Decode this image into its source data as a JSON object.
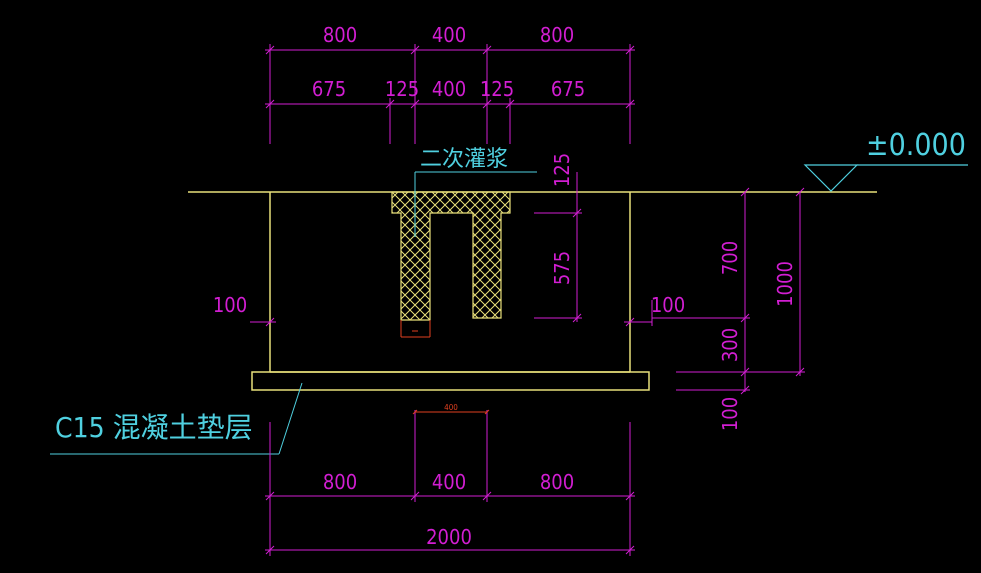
{
  "colors": {
    "background": "#000000",
    "dimension": "#d21ed2",
    "outline": "#e8e07a",
    "leader": "#4fd0e0",
    "grout": "#e8e07a",
    "small_dim": "#e04020"
  },
  "dims_top_row1": [
    "800",
    "400",
    "800"
  ],
  "dims_top_row2": [
    "675",
    "125",
    "400",
    "125",
    "675"
  ],
  "dims_bottom_row1": [
    "800",
    "400",
    "800"
  ],
  "dims_bottom_total": "2000",
  "dims_inner_small": "400",
  "dims_right": {
    "top_125": "125",
    "depth_575": "575",
    "depth_700": "700",
    "depth_300": "300",
    "depth_100": "100",
    "total_1000": "1000"
  },
  "dims_side": {
    "left_100": "100",
    "right_100": "100"
  },
  "labels": {
    "grout": "二次灌浆",
    "elevation": "±0.000",
    "cushion": "C15 混凝土垫层"
  }
}
